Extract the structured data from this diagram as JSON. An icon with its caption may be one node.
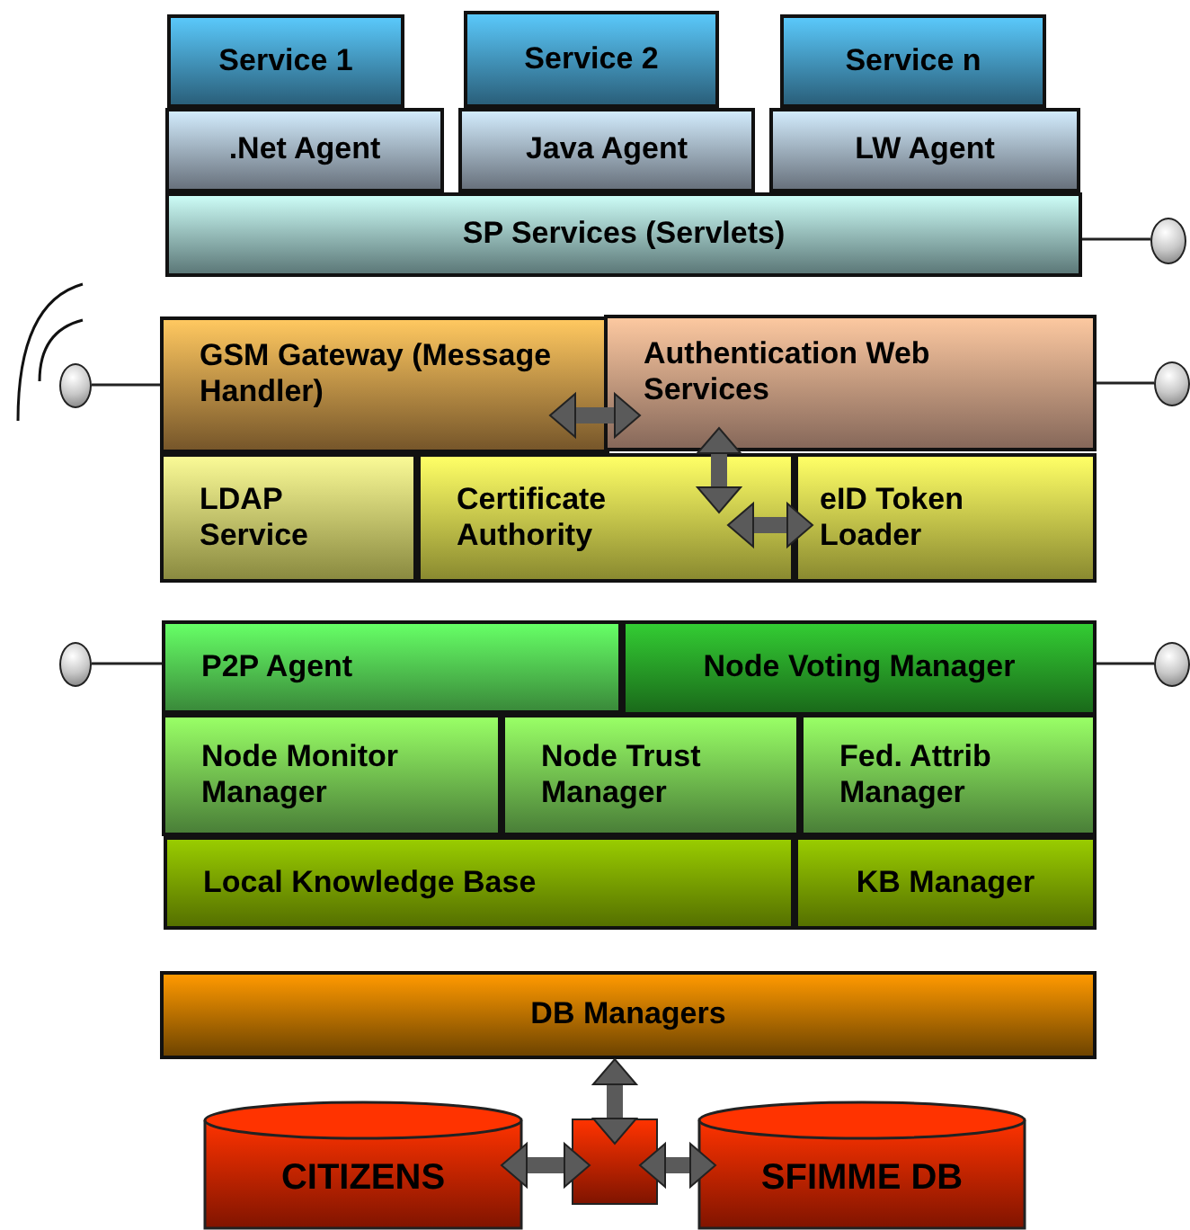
{
  "diagram": {
    "nodes": [
      {
        "text": [
          "Service 1"
        ]
      },
      {
        "text": [
          "Service 2"
        ]
      },
      {
        "text": [
          "Service n"
        ]
      },
      {
        "text": [
          ".Net Agent"
        ]
      },
      {
        "text": [
          "Java Agent"
        ]
      },
      {
        "text": [
          "LW Agent"
        ]
      },
      {
        "text": [
          "SP Services (Servlets)"
        ]
      },
      {
        "text": [],
        "shape": "circle"
      },
      {
        "text": [],
        "shape": "circle"
      },
      {
        "text": [
          "GSM Gateway (Message Handler)"
        ]
      },
      {
        "text": [
          "Authentication Web Services"
        ]
      },
      {
        "text": [],
        "shape": "circle"
      },
      {
        "text": [
          "LDAP Service"
        ]
      },
      {
        "text": [
          "Certificate Authority"
        ]
      },
      {
        "text": [
          "eID Token Loader"
        ]
      },
      {
        "text": [],
        "shape": "circle"
      },
      {
        "text": [
          "P2P Agent"
        ]
      },
      {
        "text": [
          "Node Voting Manager"
        ]
      },
      {
        "text": [],
        "shape": "circle"
      },
      {
        "text": [
          "Node Monitor Manager"
        ]
      },
      {
        "text": [
          "Node Trust Manager"
        ]
      },
      {
        "text": [
          "Fed. Attrib Manager"
        ]
      },
      {
        "text": [
          "Local Knowledge Base"
        ]
      },
      {
        "text": [
          "KB Manager"
        ]
      },
      {
        "text": [
          "DB Managers"
        ]
      },
      {
        "text": [
          "CITIZENS"
        ]
      },
      {
        "text": [],
        "shape": "box"
      },
      {
        "text": [
          "SFIMME DB"
        ]
      }
    ],
    "edges": [
      {
        "from": 7,
        "to": 6,
        "arrow": "none"
      },
      {
        "from": 8,
        "to": 9,
        "arrow": "none"
      },
      {
        "from": 11,
        "to": 10,
        "arrow": "none"
      },
      {
        "from": 15,
        "to": 16,
        "arrow": "none"
      },
      {
        "from": 18,
        "to": 17,
        "arrow": "none"
      },
      {
        "from": 9,
        "to": 10,
        "arrow": "both"
      },
      {
        "from": 10,
        "to": 13,
        "arrow": "both"
      },
      {
        "from": 13,
        "to": 14,
        "arrow": "both"
      },
      {
        "from": 24,
        "to": 26,
        "arrow": "both"
      },
      {
        "from": 25,
        "to": 26,
        "arrow": "both"
      },
      {
        "from": 26,
        "to": 27,
        "arrow": "both"
      }
    ]
  }
}
